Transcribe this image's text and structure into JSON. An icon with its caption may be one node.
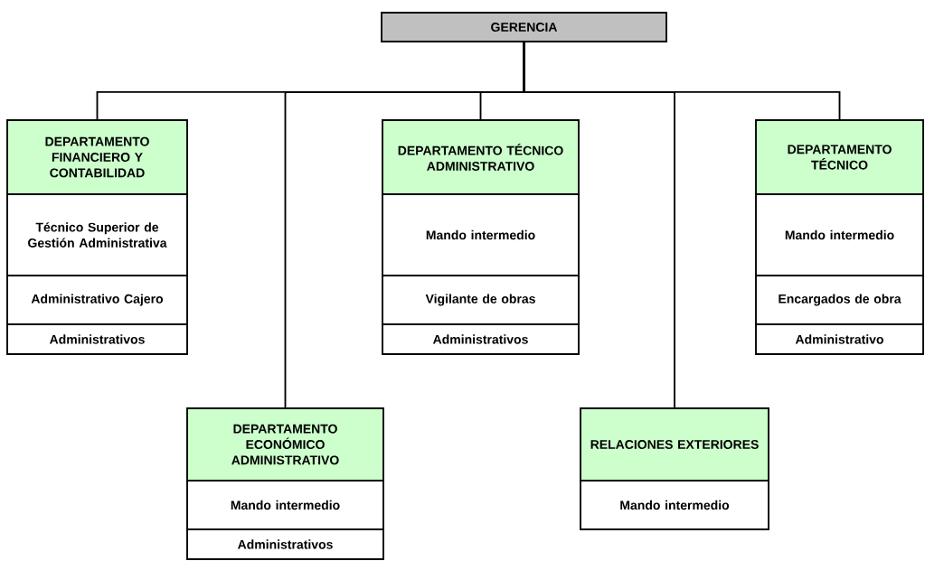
{
  "diagram": {
    "nodes": [
      {
        "text": [
          "GERENCIA"
        ]
      },
      {
        "text": [
          "DEPARTAMENTO FINANCIERO Y CONTABILIDAD"
        ]
      },
      {
        "text": [
          "Técnico Superior de Gestión Administrativa"
        ]
      },
      {
        "text": [
          "Administrativo Cajero"
        ]
      },
      {
        "text": [
          "Administrativos"
        ]
      },
      {
        "text": [
          "DEPARTAMENTO TÉCNICO ADMINISTRATIVO"
        ]
      },
      {
        "text": [
          "Mando intermedio"
        ]
      },
      {
        "text": [
          "Vigilante de obras"
        ]
      },
      {
        "text": [
          "Administrativos"
        ]
      },
      {
        "text": [
          "DEPARTAMENTO TÉCNICO"
        ]
      },
      {
        "text": [
          "Mando intermedio"
        ]
      },
      {
        "text": [
          "Encargados de obra"
        ]
      },
      {
        "text": [
          "Administrativo"
        ]
      },
      {
        "text": [
          "DEPARTAMENTO ECONÓMICO ADMINISTRATIVO"
        ]
      },
      {
        "text": [
          "Mando intermedio"
        ]
      },
      {
        "text": [
          "Administrativos"
        ]
      },
      {
        "text": [
          "RELACIONES EXTERIORES"
        ]
      },
      {
        "text": [
          "Mando intermedio"
        ]
      }
    ],
    "edges": [
      {
        "from": 0,
        "to": 1,
        "arrow": "none"
      },
      {
        "from": 0,
        "to": 5,
        "arrow": "none"
      },
      {
        "from": 0,
        "to": 9,
        "arrow": "none"
      },
      {
        "from": 0,
        "to": 13,
        "arrow": "none"
      },
      {
        "from": 0,
        "to": 16,
        "arrow": "none"
      }
    ]
  }
}
